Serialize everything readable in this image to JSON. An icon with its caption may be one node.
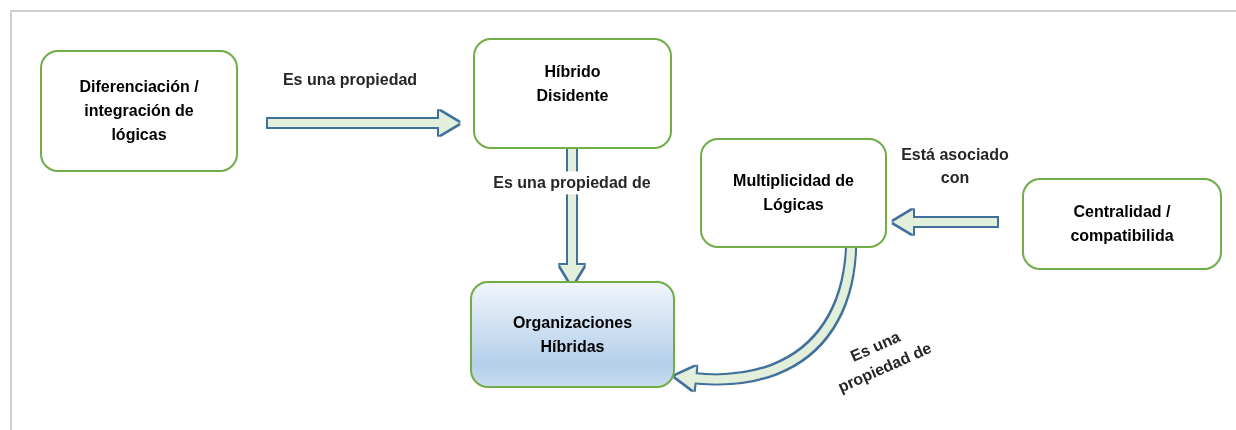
{
  "diagram": {
    "nodes": [
      {
        "text": [
          "Diferenciación / integración de lógicas"
        ]
      },
      {
        "text": [
          "Híbrido Disidente"
        ]
      },
      {
        "text": [
          "Multiplicidad de Lógicas"
        ]
      },
      {
        "text": [
          "Centralidad / compatibilida"
        ]
      },
      {
        "text": [
          "Organizaciones Híbridas"
        ]
      }
    ],
    "edges": [
      {
        "from": 0,
        "to": 1,
        "arrow": "to",
        "label": "Es una propiedad"
      },
      {
        "from": 1,
        "to": 4,
        "arrow": "to",
        "label": "Es una propiedad de"
      },
      {
        "from": 3,
        "to": 2,
        "arrow": "to",
        "label": "Está asociado con"
      },
      {
        "from": 2,
        "to": 4,
        "arrow": "to",
        "label": "Es una propiedad de"
      }
    ]
  }
}
